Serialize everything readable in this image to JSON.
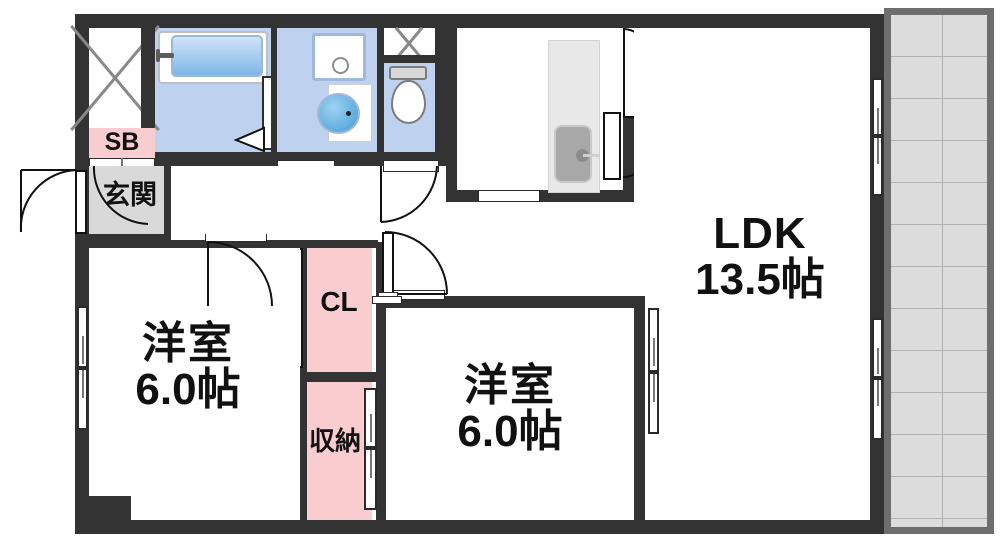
{
  "plan": {
    "type": "japanese-apartment-floor-plan",
    "layout_code": "2LDK"
  },
  "rooms": [
    {
      "id": "ldk",
      "name": "LDK",
      "area": "13.5帖",
      "label_line1": "LDK",
      "label_line2": "13.5帖"
    },
    {
      "id": "washitsu-1",
      "name": "洋室",
      "area": "6.0帖",
      "label_line1": "洋室",
      "label_line2": "6.0帖"
    },
    {
      "id": "washitsu-2",
      "name": "洋室",
      "area": "6.0帖",
      "label_line1": "洋室",
      "label_line2": "6.0帖"
    }
  ],
  "labels": {
    "ldk_name": "LDK",
    "ldk_area": "13.5帖",
    "bedroom_left_name": "洋室",
    "bedroom_left_area": "6.0帖",
    "bedroom_center_name": "洋室",
    "bedroom_center_area": "6.0帖",
    "closet_cl": "CL",
    "storage": "収納",
    "shoebox": "SB",
    "entrance": "玄関"
  },
  "fixtures": [
    {
      "name": "bathtub",
      "room": "bathroom"
    },
    {
      "name": "washbasin",
      "room": "washroom"
    },
    {
      "name": "vanity-mirror",
      "room": "washroom"
    },
    {
      "name": "toilet",
      "room": "toilet"
    },
    {
      "name": "kitchen-sink",
      "room": "kitchen"
    },
    {
      "name": "refrigerator-space",
      "room": "kitchen"
    }
  ],
  "areas": {
    "balcony": "balcony",
    "meter_box": "pipe-shaft",
    "entrance_hall": "玄関"
  },
  "colors": {
    "wall": "#333333",
    "water_area": "#bed2f0",
    "closet": "#f9ccd0",
    "entrance_floor": "#d9d9d9",
    "balcony": "#dcdcdc",
    "balcony_border": "#6e6e6e",
    "kitchen_counter": "#e8e8e8",
    "text": "#111111"
  }
}
